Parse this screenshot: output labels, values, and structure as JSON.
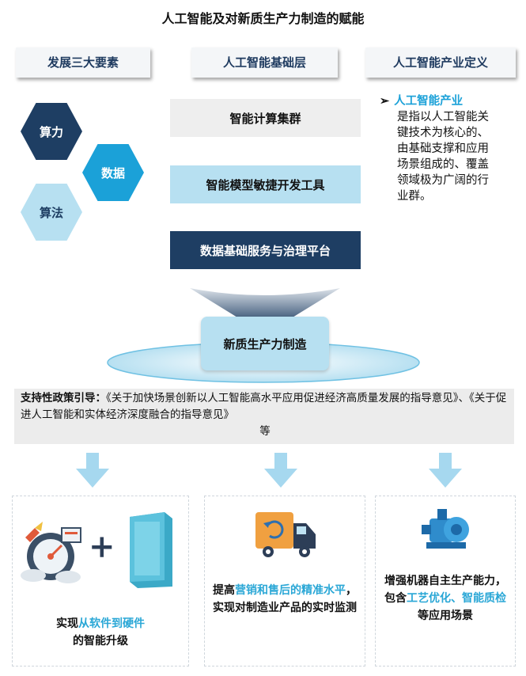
{
  "title": "人工智能及对新质生产力制造的赋能",
  "headers": {
    "left": "发展三大要素",
    "middle": "人工智能基础层",
    "right": "人工智能产业定义"
  },
  "elements": {
    "compute": "算力",
    "data": "数据",
    "algorithm": "算法"
  },
  "layers": [
    "智能计算集群",
    "智能模型敏捷开发工具",
    "数据基础服务与治理平台"
  ],
  "definition": {
    "term": "人工智能产业",
    "body": "是指以人工智能关键技术为核心的、由基础支撑和应用场景组成的、覆盖领域极为广阔的行业群。"
  },
  "center_node": "新质生产力制造",
  "policy": {
    "label": "支持性政策引导：",
    "text": "《关于加快场景创新以人工智能高水平应用促进经济高质量发展的指导意见》、《关于促进人工智能和实体经济深度融合的指导意见》",
    "suffix": "等"
  },
  "cards": [
    {
      "pre": "实现",
      "hl": "从软件到硬件",
      "post": "的智能升级"
    },
    {
      "pre": "提高",
      "hl": "营销和售后的精准水平",
      "post": "，实现对制造业产品的实时监测"
    },
    {
      "pre": "增强机器自主生产能力，包含",
      "hl": "工艺优化、智能质检",
      "post": "等应用场景"
    }
  ],
  "colors": {
    "navy": "#1e3e63",
    "cyan": "#1ba1d8",
    "lightblue": "#b7e0f1",
    "gray": "#eeeeee",
    "highlight": "#2aa7d6"
  }
}
